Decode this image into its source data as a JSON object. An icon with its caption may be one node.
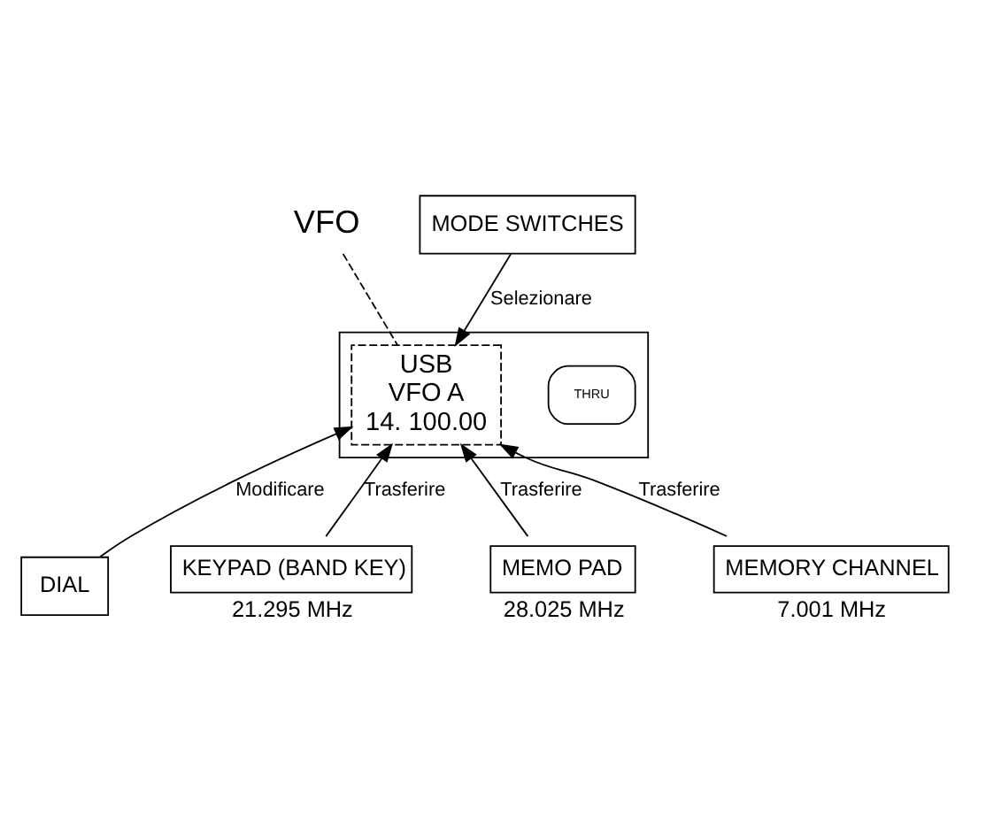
{
  "diagram": {
    "nodes": [
      {
        "text": [],
        "shape": "box"
      },
      {
        "text": [
          "THRU"
        ],
        "in": 0
      },
      {
        "text": [
          "USB",
          "VFO A",
          "14. 100.00"
        ],
        "in": 0
      },
      {
        "text": [
          "VFO"
        ]
      },
      {
        "text": [
          "MODE SWITCHES"
        ]
      },
      {
        "text": [
          "DIAL"
        ]
      },
      {
        "text": [
          "KEYPAD (BAND KEY)"
        ],
        "beside": [
          "21.295 MHz"
        ]
      },
      {
        "text": [
          "MEMO PAD"
        ],
        "beside": [
          "28.025 MHz"
        ]
      },
      {
        "text": [
          "MEMORY CHANNEL"
        ],
        "beside": [
          "7.001 MHz"
        ]
      }
    ],
    "edges": [
      {
        "from": 3,
        "to": 2,
        "arrow": "none",
        "style": "dashed"
      },
      {
        "from": 4,
        "to": 2,
        "arrow": "to",
        "label": "Selezionare"
      },
      {
        "from": 5,
        "to": 2,
        "arrow": "to",
        "label": "Modificare"
      },
      {
        "from": 6,
        "to": 2,
        "arrow": "to",
        "label": "Trasferire"
      },
      {
        "from": 7,
        "to": 2,
        "arrow": "to",
        "label": "Trasferire"
      },
      {
        "from": 8,
        "to": 2,
        "arrow": "to",
        "label": "Trasferire"
      }
    ]
  }
}
